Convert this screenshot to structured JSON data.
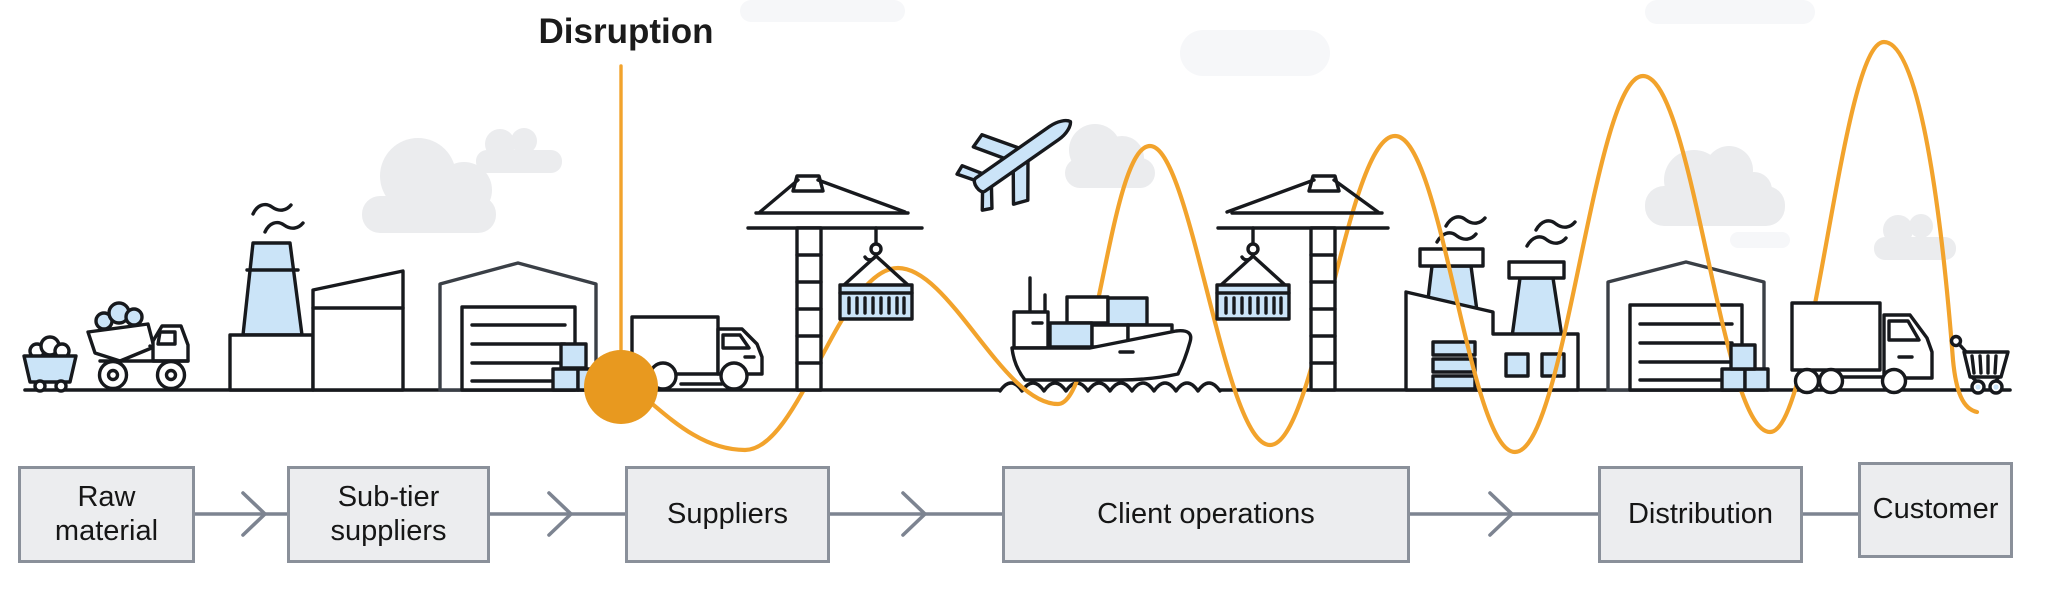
{
  "disruption": {
    "label": "Disruption"
  },
  "stages": [
    {
      "id": "raw-material",
      "label": "Raw material"
    },
    {
      "id": "sub-tier-suppliers",
      "label": "Sub-tier suppliers"
    },
    {
      "id": "suppliers",
      "label": "Suppliers"
    },
    {
      "id": "client-operations",
      "label": "Client operations"
    },
    {
      "id": "distribution",
      "label": "Distribution"
    },
    {
      "id": "customer",
      "label": "Customer"
    }
  ],
  "flow": {
    "connector_style": "chevron-arrow",
    "last_connector": "plain-line"
  },
  "icons": [
    "mine-cart-icon",
    "dump-truck-icon",
    "factory-icon",
    "warehouse-icon",
    "cargo-boxes-icon",
    "delivery-truck-icon",
    "container-crane-icon",
    "airplane-icon",
    "cargo-ship-icon",
    "container-crane-icon",
    "cooling-tower-factory-icon",
    "warehouse-icon",
    "cargo-boxes-icon",
    "delivery-truck-icon",
    "shopping-cart-icon",
    "cloud-icon",
    "disruption-marker-dot",
    "disruption-marker-line",
    "bullwhip-wave-line",
    "ground-line"
  ],
  "colors": {
    "accent_orange_line": "#F2A32C",
    "accent_orange_dot": "#E8991F",
    "illustration_blue": "#CBE4F8",
    "outline": "#17191D",
    "warehouse_outline": "#3A3F46",
    "cloud": "#EBECEE",
    "stage_fill": "#ECEDEF",
    "stage_border": "#8A909A",
    "connector": "#7D8491",
    "text": "#161616"
  }
}
